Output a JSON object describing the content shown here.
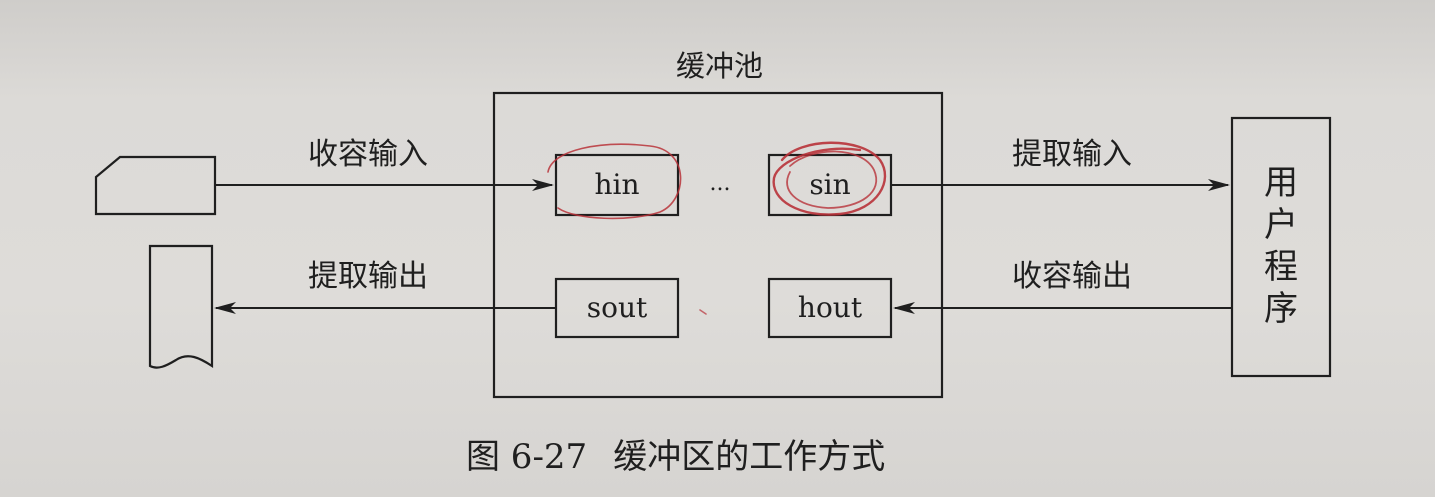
{
  "pool": {
    "title": "缓冲池"
  },
  "buffers": {
    "hin": "hin",
    "sin": "sin",
    "sout": "sout",
    "hout": "hout",
    "ellipsis": "..."
  },
  "arrows": {
    "top_left": "收容输入",
    "top_right": "提取输入",
    "bottom_left": "提取输出",
    "bottom_right": "收容输出"
  },
  "user_program": {
    "label": "用户程序"
  },
  "caption": {
    "figure_number": "图 6-27",
    "text": "缓冲区的工作方式"
  },
  "colors": {
    "ink": "#1f1f1f",
    "pen_mark": "#b8323a",
    "paper": "#dcdad7"
  }
}
